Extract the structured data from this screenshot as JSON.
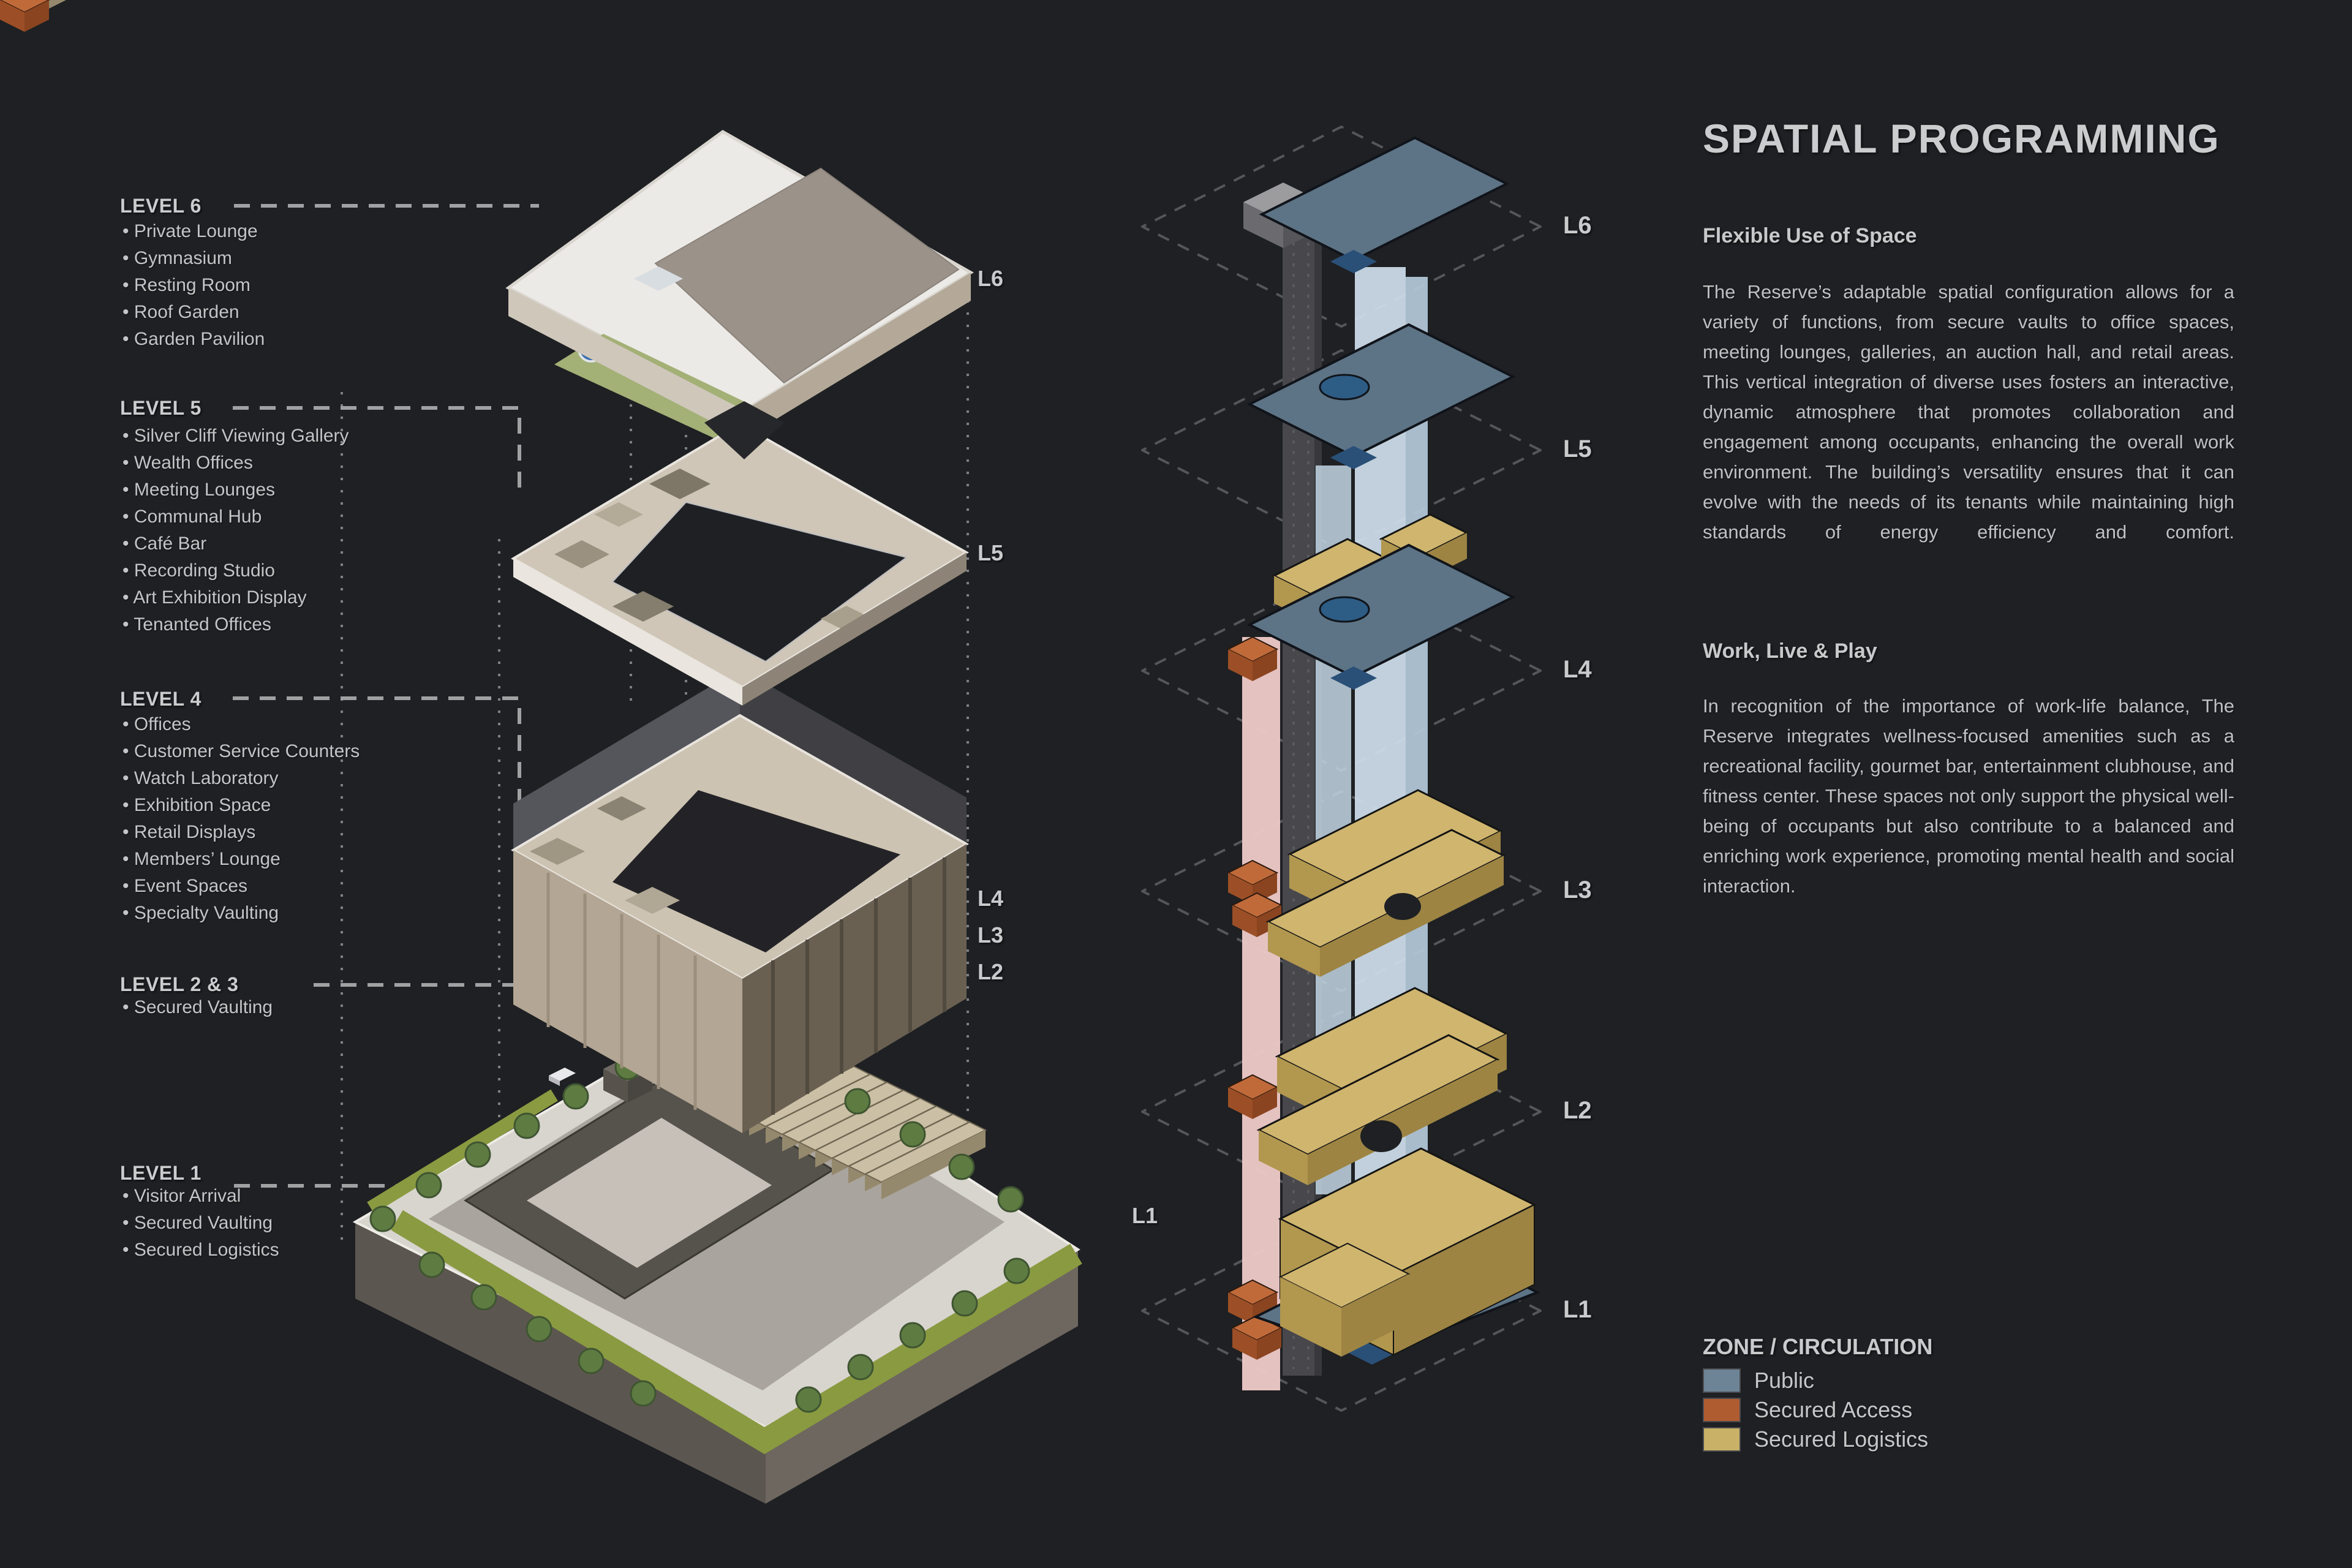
{
  "page": {
    "background": "#1e2023"
  },
  "left_panel": {
    "levels": [
      {
        "name": "LEVEL 6",
        "items": [
          "Private Lounge",
          "Gymnasium",
          "Resting Room",
          "Roof Garden",
          "Garden Pavilion"
        ]
      },
      {
        "name": "LEVEL 5",
        "items": [
          "Silver Cliff Viewing Gallery",
          "Wealth Offices",
          "Meeting Lounges",
          "Communal Hub",
          "Café Bar",
          "Recording Studio",
          "Art Exhibition Display",
          "Tenanted Offices"
        ]
      },
      {
        "name": "LEVEL 4",
        "items": [
          "Offices",
          "Customer Service Counters",
          "Watch Laboratory",
          "Exhibition Space",
          "Retail Displays",
          "Members’ Lounge",
          "Event Spaces",
          "Specialty Vaulting"
        ]
      },
      {
        "name": "LEVEL 2 & 3",
        "items": [
          "Secured Vaulting"
        ]
      },
      {
        "name": "LEVEL 1",
        "items": [
          "Visitor Arrival",
          "Secured Vaulting",
          "Secured Logistics"
        ]
      }
    ],
    "floor_labels": [
      "L6",
      "L5",
      "L4",
      "L3",
      "L2",
      "L1"
    ]
  },
  "middle_panel": {
    "floor_labels": [
      "L6",
      "L5",
      "L4",
      "L3",
      "L2",
      "L1"
    ]
  },
  "right_panel": {
    "title": "SPATIAL PROGRAMMING",
    "sections": [
      {
        "heading": "Flexible Use of Space",
        "body": "The Reserve’s adaptable spatial configuration allows for a variety of functions, from secure vaults to office spaces, meeting lounges, galleries, an auction hall, and retail areas. This vertical integration of diverse uses fosters an interactive, dynamic atmosphere that promotes collaboration and engagement among occupants, enhancing the overall work environment. The building’s versatility ensures that it can evolve with the needs of its tenants while maintaining high standards of energy efficiency and comfort."
      },
      {
        "heading": "Work, Live & Play",
        "body": "In recognition of the importance of work-life balance, The Reserve integrates wellness-focused amenities such as a recreational facility, gourmet bar, entertainment clubhouse, and fitness center. These spaces not only support the physical well-being of occupants but also contribute to a balanced and enriching work experience, promoting mental health and social interaction."
      }
    ],
    "legend": {
      "title": "ZONE / CIRCULATION",
      "items": [
        {
          "label": "Public",
          "color": "#6d8496"
        },
        {
          "label": "Secured Access",
          "color": "#b05c31"
        },
        {
          "label": "Secured Logistics",
          "color": "#c9b267"
        }
      ]
    }
  }
}
